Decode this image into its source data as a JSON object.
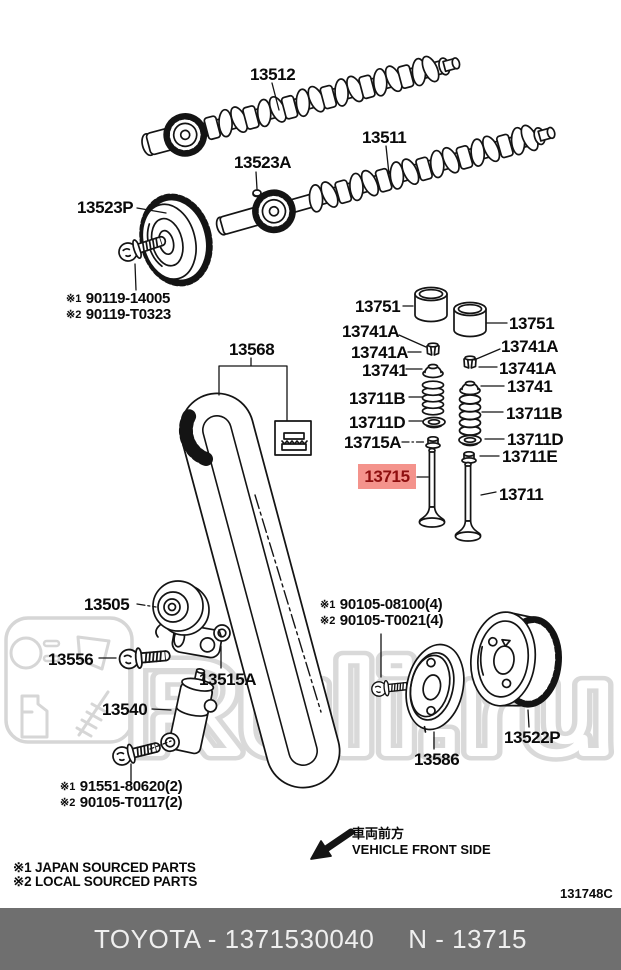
{
  "watermark": {
    "text": "Ruli.ru",
    "color": "#d9d9d9"
  },
  "highlight": {
    "part_number": "13715",
    "background": "#f4938c",
    "text_color": "#8e0f0f"
  },
  "callouts": [
    {
      "part": "13512"
    },
    {
      "part": "13511"
    },
    {
      "part": "13523A"
    },
    {
      "part": "13523P"
    },
    {
      "part": "13568"
    },
    {
      "part": "13751"
    },
    {
      "part": "13741A"
    },
    {
      "part": "13741A"
    },
    {
      "part": "13741"
    },
    {
      "part": "13711B"
    },
    {
      "part": "13711D"
    },
    {
      "part": "13715A"
    },
    {
      "part": "13715"
    },
    {
      "part": "13751"
    },
    {
      "part": "13741A"
    },
    {
      "part": "13741A"
    },
    {
      "part": "13741"
    },
    {
      "part": "13711B"
    },
    {
      "part": "13711D"
    },
    {
      "part": "13711E"
    },
    {
      "part": "13711"
    },
    {
      "part": "13505"
    },
    {
      "part": "13556"
    },
    {
      "part": "13515A"
    },
    {
      "part": "13540"
    },
    {
      "part": "13586"
    },
    {
      "part": "13522P"
    }
  ],
  "fastener_notes": [
    {
      "l1_pre": "※1",
      "l1_num": "90119-14005",
      "l2_pre": "※2",
      "l2_num": "90119-T0323"
    },
    {
      "l1_pre": "※1",
      "l1_num": "90105-08100(4)",
      "l2_pre": "※2",
      "l2_num": "90105-T0021(4)"
    },
    {
      "l1_pre": "※1",
      "l1_num": "91551-80620(2)",
      "l2_pre": "※2",
      "l2_num": "90105-T0117(2)"
    }
  ],
  "source_notes": {
    "line1": "※1 JAPAN SOURCED PARTS",
    "line2": "※2 LOCAL SOURCED PARTS"
  },
  "front_side": {
    "jp": "車両前方",
    "en": "VEHICLE FRONT SIDE"
  },
  "diagram_code": "131748C",
  "footer": {
    "left": "TOYOTA - 1371530040",
    "right": "N - 13715",
    "bg": "#6f6f6f"
  }
}
